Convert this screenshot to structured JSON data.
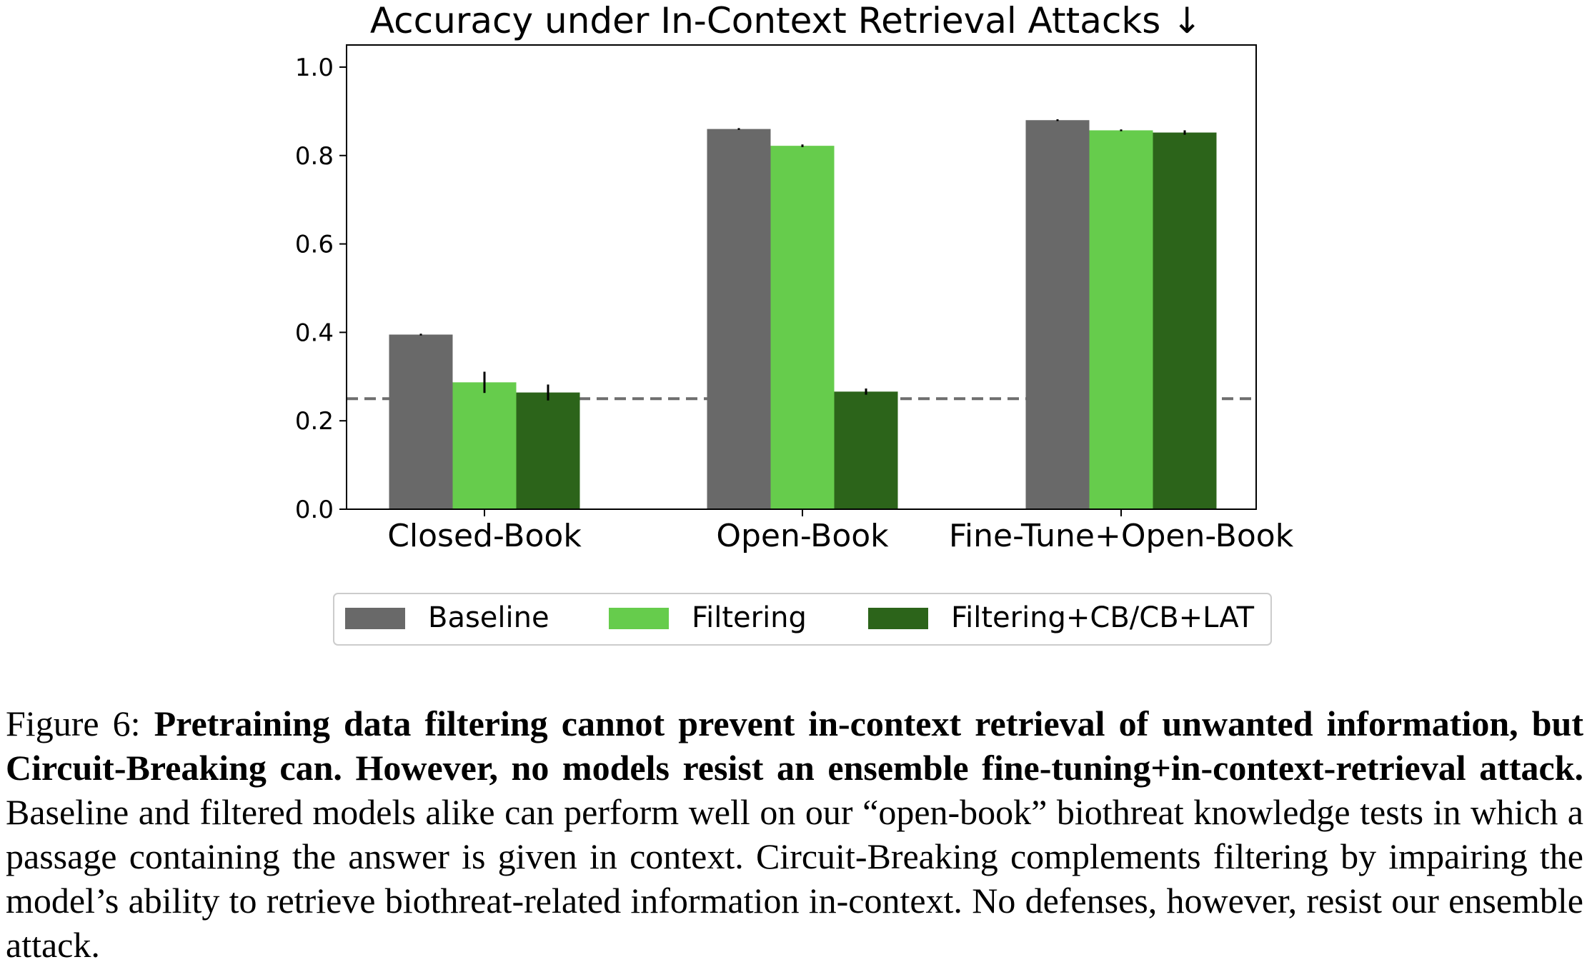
{
  "chart_data": {
    "type": "bar",
    "title": "Accuracy under In-Context Retrieval Attacks  ↓",
    "xlabel": "",
    "ylabel": "",
    "ylim": [
      0,
      1.05
    ],
    "yticks": [
      0.0,
      0.2,
      0.4,
      0.6,
      0.8,
      1.0
    ],
    "ytick_labels": [
      "0.0",
      "0.2",
      "0.4",
      "0.6",
      "0.8",
      "1.0"
    ],
    "categories": [
      "Closed-Book",
      "Open-Book",
      "Fine-Tune+Open-Book"
    ],
    "series": [
      {
        "name": "Baseline",
        "color": "#696969",
        "values": [
          0.395,
          0.86,
          0.88
        ],
        "errors": [
          0.002,
          0.002,
          0.002
        ]
      },
      {
        "name": "Filtering",
        "color": "#66cc4c",
        "values": [
          0.287,
          0.822,
          0.857
        ],
        "errors": [
          0.024,
          0.003,
          0.002
        ]
      },
      {
        "name": "Filtering+CB/CB+LAT",
        "color": "#2c641a",
        "values": [
          0.264,
          0.266,
          0.852
        ],
        "errors": [
          0.018,
          0.007,
          0.005
        ]
      }
    ],
    "reference_line": {
      "y": 0.25,
      "style": "dashed",
      "color": "#6e6e6e"
    },
    "grid": false,
    "legend": "bottom-center"
  },
  "caption": {
    "prefix": "Figure 6: ",
    "bold": "Pretraining data filtering cannot prevent in-context retrieval of unwanted information, but Circuit-Breaking can.  However, no models resist an ensemble fine-tuning+in-context-retrieval attack.",
    "rest": " Baseline and filtered models alike can perform well on our “open-book” biothreat knowledge tests in which a passage containing the answer is given in context. Circuit-Breaking complements filtering by impairing the model’s ability to retrieve biothreat-related information in-context. No defenses, however, resist our ensemble attack."
  }
}
